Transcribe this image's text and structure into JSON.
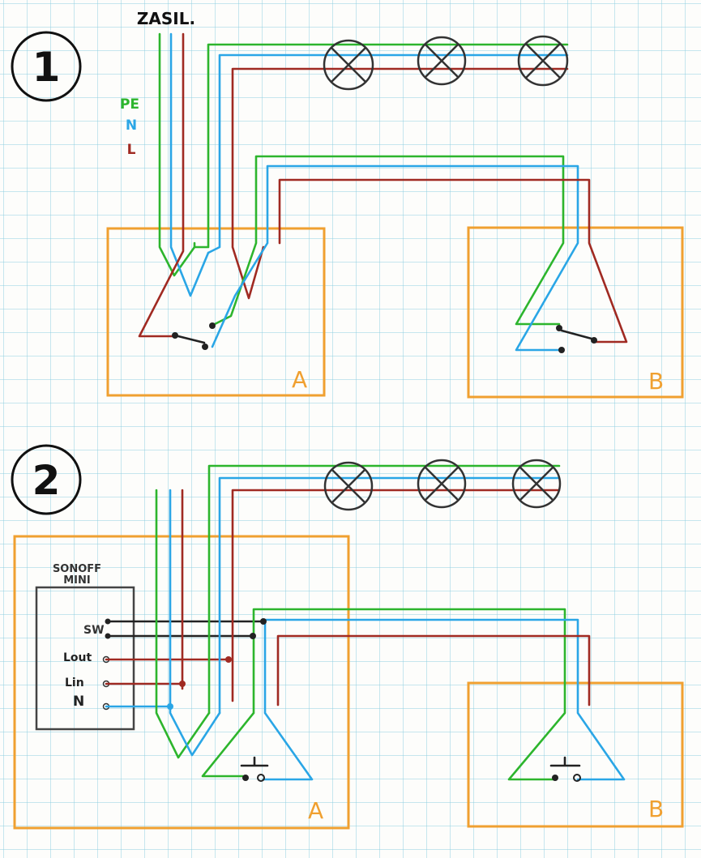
{
  "diagram1": {
    "number": "1",
    "supply_label": "ZASIL.",
    "legend": {
      "pe": "PE",
      "n": "N",
      "l": "L"
    },
    "box_a_label": "A",
    "box_b_label": "B"
  },
  "diagram2": {
    "number": "2",
    "module_title_1": "SONOFF",
    "module_title_2": "MINI",
    "terminals": {
      "sw": "SW",
      "lout": "Lout",
      "lin": "Lin",
      "n": "N"
    },
    "box_a_label": "A",
    "box_b_label": "B"
  },
  "colors": {
    "pe": "#2db52d",
    "n": "#2aa6e6",
    "l": "#a02a22",
    "box": "#f0a030",
    "grid": "#8fcfe0"
  }
}
